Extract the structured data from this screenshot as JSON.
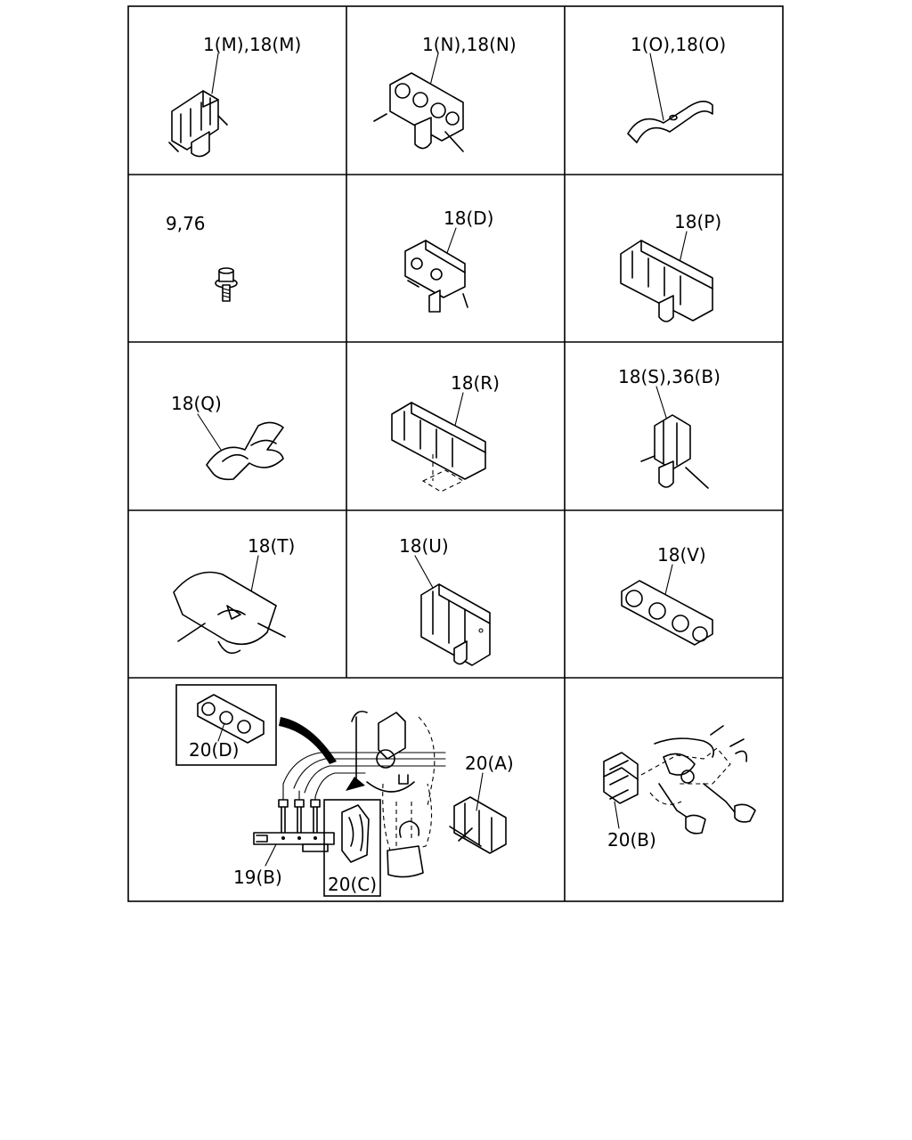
{
  "labels": {
    "m": "1(M),18(M)",
    "n": "1(N),18(N)",
    "o": "1(O),18(O)",
    "bolt": "9,76",
    "d": "18(D)",
    "p": "18(P)",
    "q": "18(Q)",
    "r": "18(R)",
    "s": "18(S),36(B)",
    "t": "18(T)",
    "u": "18(U)",
    "v": "18(V)",
    "a20": "20(A)",
    "b20": "20(B)",
    "c20": "20(C)",
    "d20": "20(D)",
    "b19": "19(B)"
  }
}
